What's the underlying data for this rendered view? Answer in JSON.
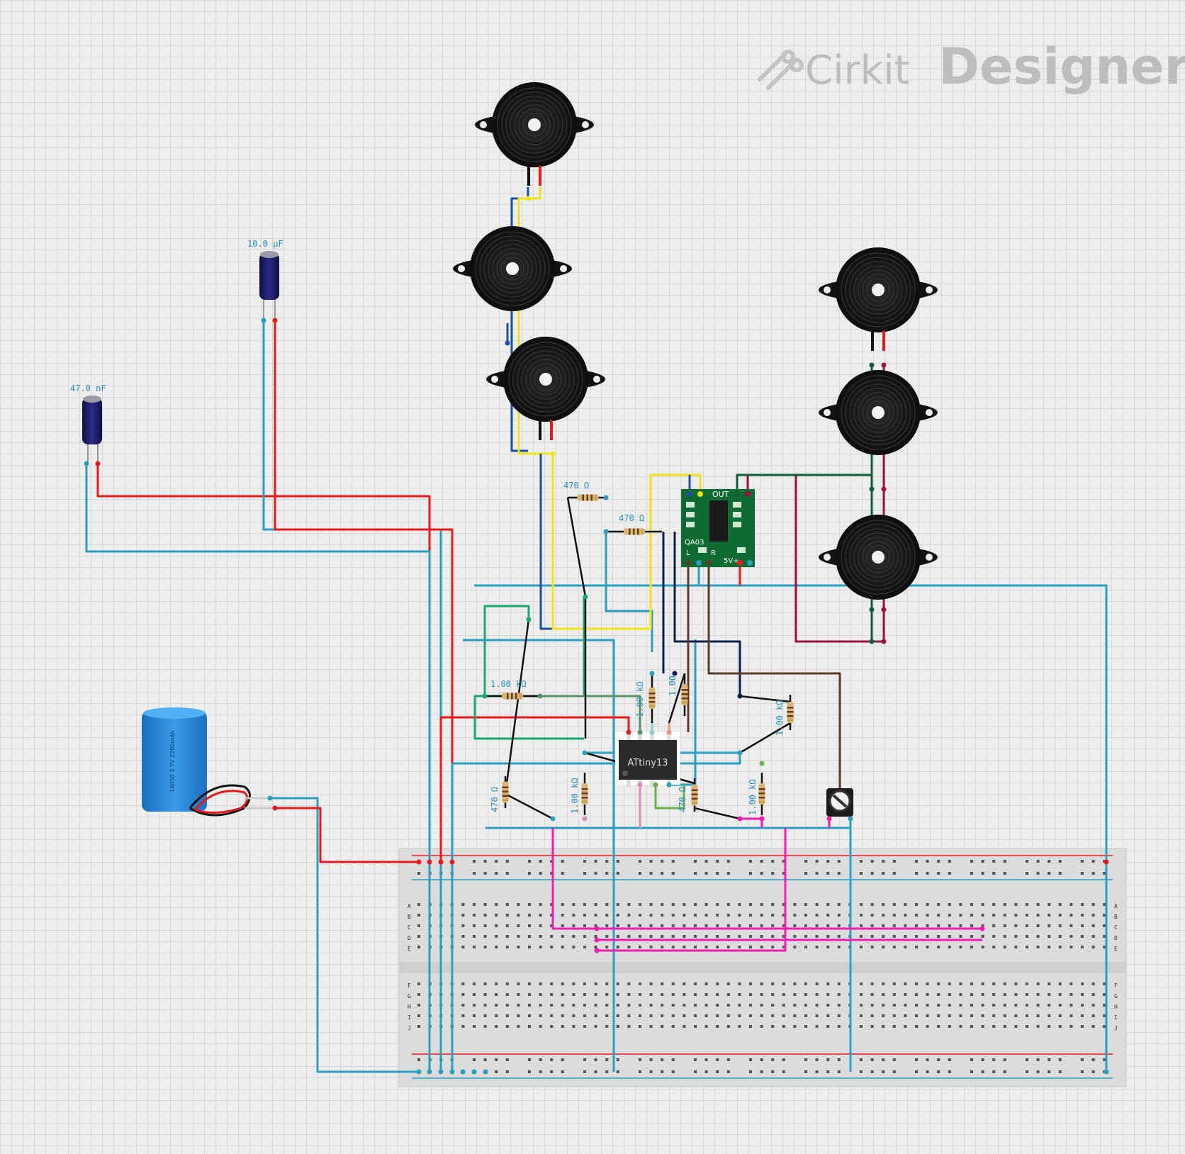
{
  "watermark": {
    "brand_left": "Cirkit",
    "brand_right": "Designer"
  },
  "components": {
    "cap_small": {
      "label": "47.0 nF"
    },
    "cap_large": {
      "label": "10.0 µF"
    },
    "resistors": [
      {
        "id": "r-470-a",
        "label": "470 Ω"
      },
      {
        "id": "r-470-b",
        "label": "470 Ω"
      },
      {
        "id": "r-1k-a",
        "label": "1.00 kΩ"
      },
      {
        "id": "r-1k-b",
        "label": "1.00 kΩ"
      },
      {
        "id": "r-1k-c",
        "label": "1.00"
      },
      {
        "id": "r-1k-d",
        "label": "1.00 kΩ"
      },
      {
        "id": "r-470-c",
        "label": "470 Ω"
      },
      {
        "id": "r-1k-e",
        "label": "1.00 kΩ"
      },
      {
        "id": "r-470-d",
        "label": "470 Ω"
      },
      {
        "id": "r-1k-f",
        "label": "1.00 kΩ"
      }
    ],
    "mcu": {
      "label": "ATtiny13"
    },
    "amp": {
      "label_out": "OUT",
      "label_model": "QA03",
      "label_l": "L",
      "label_r": "R",
      "label_5v": "5V+"
    },
    "battery": {
      "label": "18650 3.7V 2200mAh"
    }
  },
  "breadboard": {
    "row_letters_top": [
      "A",
      "B",
      "C",
      "D",
      "E"
    ],
    "row_letters_bottom": [
      "F",
      "G",
      "H",
      "I",
      "J"
    ]
  },
  "colors": {
    "wire_red": "#e8191c",
    "wire_cyan": "#2a9fbf",
    "wire_yellow": "#f2e21a",
    "wire_blue": "#1f4fa0",
    "wire_navy": "#0d1f4d",
    "wire_green": "#1aa870",
    "wire_darkgreen": "#0f5e3a",
    "wire_maroon": "#9a1240",
    "wire_brown": "#5c3a2e",
    "wire_magenta": "#ee1fb0",
    "wire_black": "#111111",
    "wire_lightgreen": "#6ab04c"
  }
}
